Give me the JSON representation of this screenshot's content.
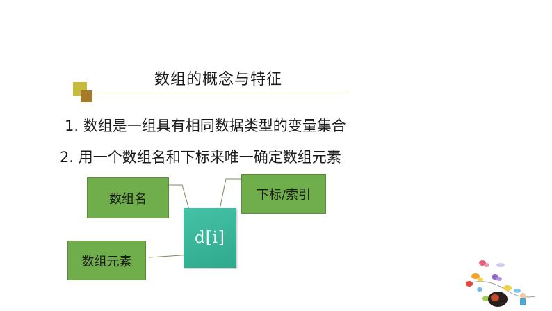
{
  "slide": {
    "title": "数组的概念与特征",
    "point1": "1. 数组是一组具有相同数据类型的变量集合",
    "point2": "2. 用一个数组名和下标来唯一确定数组元素"
  },
  "diagram": {
    "center_label": "d[i]",
    "array_name_label": "数组名",
    "index_label": "下标/索引",
    "element_label": "数组元素"
  },
  "colors": {
    "label_box_fill": "#6fae4b",
    "center_box_fill": "#3bb89c",
    "title_rule": "#c8d98a",
    "accent_square_1": "#c5ba3c",
    "accent_square_2": "#a57b2b"
  }
}
